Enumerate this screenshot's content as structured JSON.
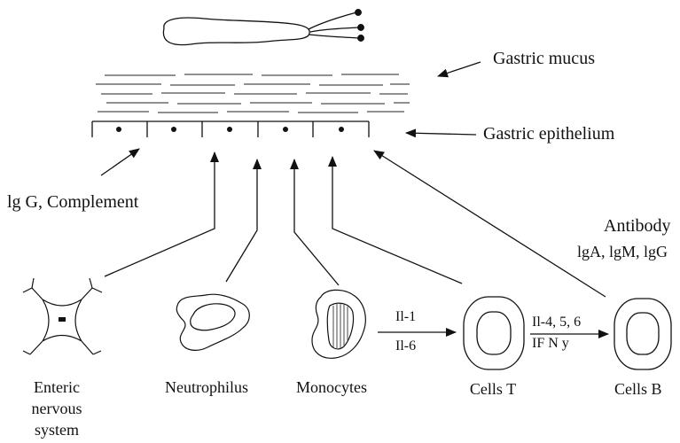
{
  "labels": {
    "gastric_mucus": "Gastric mucus",
    "gastric_epithelium": "Gastric epithelium",
    "igg_complement": "lg G, Complement",
    "antibody": "Antibody",
    "antibody_classes": "lgA, lgM, lgG",
    "il_1": "Il-1",
    "il_6": "Il-6",
    "il_456": "Il-4, 5, 6",
    "ifn": "IF N y",
    "enteric_1": "Enteric",
    "enteric_2": "nervous",
    "enteric_3": "system",
    "neutrophilus": "Neutrophilus",
    "monocytes": "Monocytes",
    "cells_t": "Cells T",
    "cells_b": "Cells B"
  },
  "colors": {
    "ink": "#111111",
    "hatch": "#777777"
  }
}
